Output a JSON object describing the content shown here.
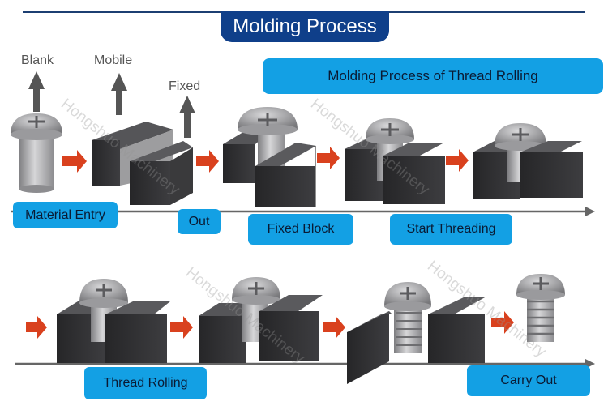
{
  "title": "Molding Process",
  "subtitle": "Molding Process of Thread Rolling",
  "direction_labels": {
    "blank": "Blank",
    "mobile": "Mobile",
    "fixed": "Fixed"
  },
  "stages": {
    "material_entry": "Material Entry",
    "out": "Out",
    "fixed_block": "Fixed Block",
    "start_threading": "Start Threading",
    "thread_rolling": "Thread Rolling",
    "carry_out": "Carry Out"
  },
  "watermark": "Hongshuo Machinery",
  "colors": {
    "accent_blue": "#13a0e4",
    "title_navy": "#0f3f8a",
    "arrow_red": "#d9411e",
    "die_dark": "#2e2e30",
    "screw_gray": "#a8a8ab"
  }
}
